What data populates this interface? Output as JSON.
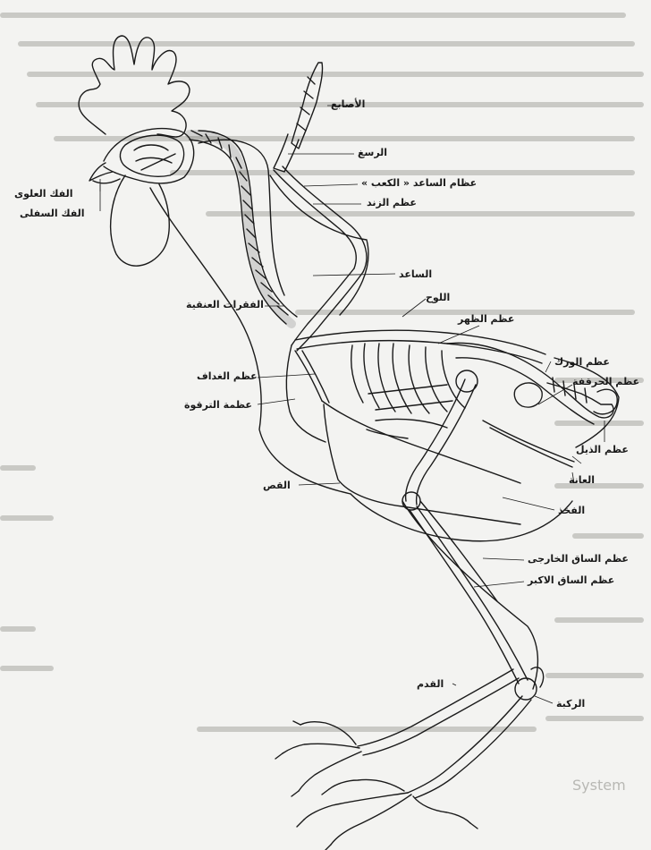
{
  "labels": {
    "fingers": "الأصابع",
    "carpometacarpus": "الرسغ",
    "humerus": "عظام الساعد « الكعب »",
    "ulna": "عظم الزند",
    "forearm": "الساعد",
    "scapula": "اللوح",
    "back_bone": "عظم الظهر",
    "cervical_vertebrae": "الفقرات العنقية",
    "upper_jaw": "الفك العلوى",
    "lower_jaw": "الفك السفلى",
    "coracoid": "عظم الغداف",
    "furcula": "عظمة الترقوة",
    "ilium": "عظم الورك",
    "pygostyle": "عظم الحرقفة",
    "tail_bone": "عظم الذيل",
    "pubis": "العانة",
    "keel": "القص",
    "femur": "الفخذ",
    "fibula": "عظم الساق الخارجى",
    "tibia": "عظم الساق الاكبر",
    "foot": "القدم",
    "knee": "الركبة"
  },
  "background_text": {
    "word_1": "System"
  },
  "colors": {
    "ink": "#1a1a1a",
    "paper": "#f3f3f1",
    "ghost": "#c9c9c5"
  }
}
